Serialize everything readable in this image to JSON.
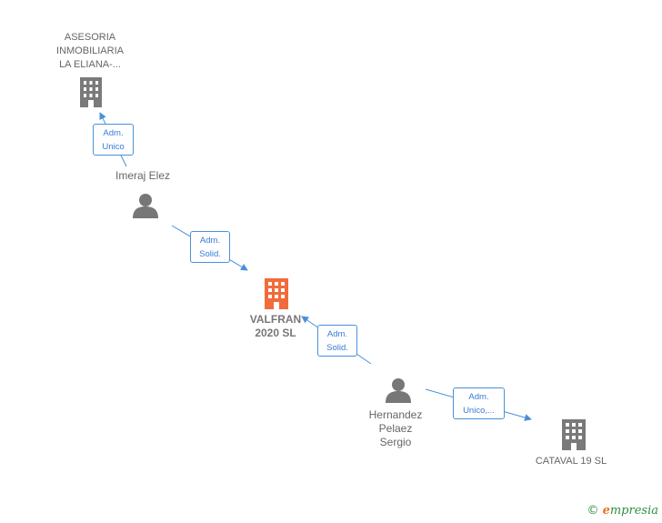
{
  "nodes": {
    "asesoria": {
      "lines": [
        "ASESORIA",
        "INMOBILIARIA",
        "LA ELIANA-..."
      ]
    },
    "imeraj": {
      "lines": [
        "Imeraj Elez"
      ]
    },
    "valfran": {
      "lines": [
        "VALFRAN",
        "2020  SL"
      ]
    },
    "hernandez": {
      "lines": [
        "Hernandez",
        "Pelaez",
        "Sergio"
      ]
    },
    "cataval": {
      "lines": [
        "CATAVAL 19  SL"
      ]
    }
  },
  "edges": {
    "imeraj_asesoria": {
      "lines": [
        "Adm.",
        "Unico"
      ]
    },
    "imeraj_valfran": {
      "lines": [
        "Adm.",
        "Solid."
      ]
    },
    "hernandez_valfran": {
      "lines": [
        "Adm.",
        "Solid."
      ]
    },
    "hernandez_cataval": {
      "lines": [
        "Adm.",
        "Unico,..."
      ]
    }
  },
  "colors": {
    "company": "#7a7a7a",
    "center_company": "#f26b3a",
    "person": "#777777",
    "edge": "#4a90d9"
  },
  "icons": {
    "company": "building-icon",
    "person": "person-icon"
  },
  "brand": {
    "copyright": "©",
    "initial": "e",
    "rest": "mpresia"
  }
}
